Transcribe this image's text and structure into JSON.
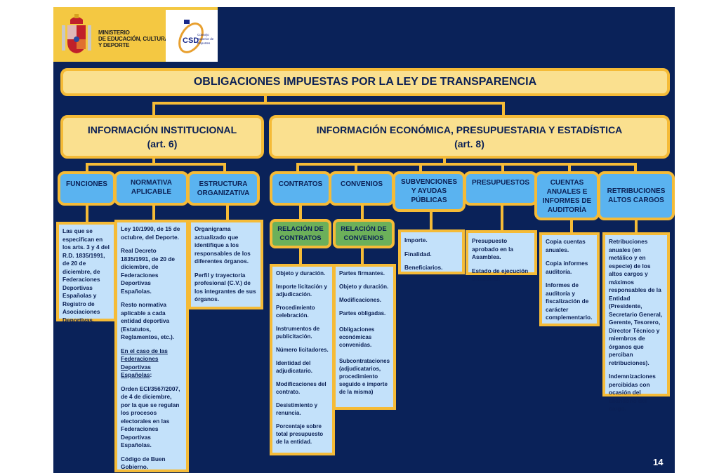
{
  "header": {
    "ministry_name": "MINISTERIO\nDE EDUCACIÓN, CULTURA\nY DEPORTE",
    "csd_logo_text": "CSD",
    "csd_subtitle": "Consejo Superior de Deportes"
  },
  "title": "OBLIGACIONES IMPUESTAS POR LA LEY DE TRANSPARENCIA",
  "institucional": {
    "title": "INFORMACIÓN INSTITUCIONAL",
    "article": "(art. 6)",
    "categories": [
      {
        "label": "FUNCIONES",
        "items": [
          "Las que se especifican en los arts. 3 y 4 del R.D. 1835/1991, de 20 de diciembre, de Federaciones Deportivas Españolas y Registro de Asociaciones Deportivas."
        ]
      },
      {
        "label": "NORMATIVA APLICABLE",
        "items": [
          "Ley 10/1990, de 15 de octubre, del Deporte.",
          "Real Decreto 1835/1991, de 20 de diciembre, de Federaciones Deportivas Españolas.",
          "Resto normativa aplicable a cada entidad deportiva (Estatutos, Reglamentos, etc.).",
          "En el caso de las Federaciones Deportivas Españolas",
          "Orden ECI/3567/2007, de 4 de diciembre, por la que se regulan los procesos electorales en las Federaciones Deportivas Españolas.",
          "Código de Buen Gobierno."
        ]
      },
      {
        "label": "ESTRUCTURA ORGANIZATIVA",
        "items": [
          "Organigrama actualizado que identifique a los responsables de los diferentes órganos.",
          "Perfil y trayectoria profesional (C.V.) de los integrantes de sus órganos."
        ]
      }
    ]
  },
  "economica": {
    "title": "INFORMACIÓN ECONÓMICA, PRESUPUESTARIA Y ESTADÍSTICA",
    "article": "(art. 8)",
    "categories": [
      {
        "label": "CONTRATOS",
        "sub_label": "RELACIÓN DE CONTRATOS",
        "items": [
          "Objeto y duración.",
          "Importe licitación y adjudicación.",
          "Procedimiento celebración.",
          "Instrumentos de publicitación.",
          "Número licitadores.",
          "Identidad del adjudicatario.",
          "Modificaciones del contrato.",
          "Desistimiento y renuncia.",
          "Porcentaje sobre total presupuesto de la entidad."
        ]
      },
      {
        "label": "CONVENIOS",
        "sub_label": "RELACIÓN DE CONVENIOS",
        "items": [
          "Partes firmantes.",
          "Objeto y duración.",
          "Modificaciones.",
          "Partes obligadas.",
          "Obligaciones económicas convenidas.",
          "Subcontrataciones (adjudicatarios, procedimiento seguido e importe de la misma)"
        ]
      },
      {
        "label": "SUBVENCIONES Y AYUDAS PÚBLICAS",
        "items": [
          "Importe.",
          "Finalidad.",
          "Beneficiarios."
        ]
      },
      {
        "label": "PRESUPUESTOS",
        "items": [
          "Presupuesto aprobado en la Asamblea.",
          "Estado de ejecución trimestral."
        ]
      },
      {
        "label": "CUENTAS ANUALES E INFORMES DE AUDITORÍA",
        "items": [
          "Copia cuentas anuales.",
          "Copia informes auditoría.",
          "Informes de auditoría y fiscalización de carácter complementario."
        ]
      },
      {
        "label": "RETRIBUCIONES ALTOS CARGOS",
        "items": [
          "Retribuciones anuales (en metálico y en especie) de los altos cargos y máximos responsables de la Entidad (Presidente, Secretario General, Gerente, Tesorero, Director Técnico y miembros de órganos que perciban retribuciones).",
          "Indemnizaciones percibidas con ocasión del abandono del cargo."
        ]
      }
    ]
  },
  "page_number": "14",
  "colors": {
    "background": "#0a2259",
    "yellow_fill": "#fae08f",
    "yellow_border": "#f5bb37",
    "blue_fill": "#5ab3f0",
    "green_fill": "#6cb05a",
    "detail_fill": "#c3e1fa"
  }
}
